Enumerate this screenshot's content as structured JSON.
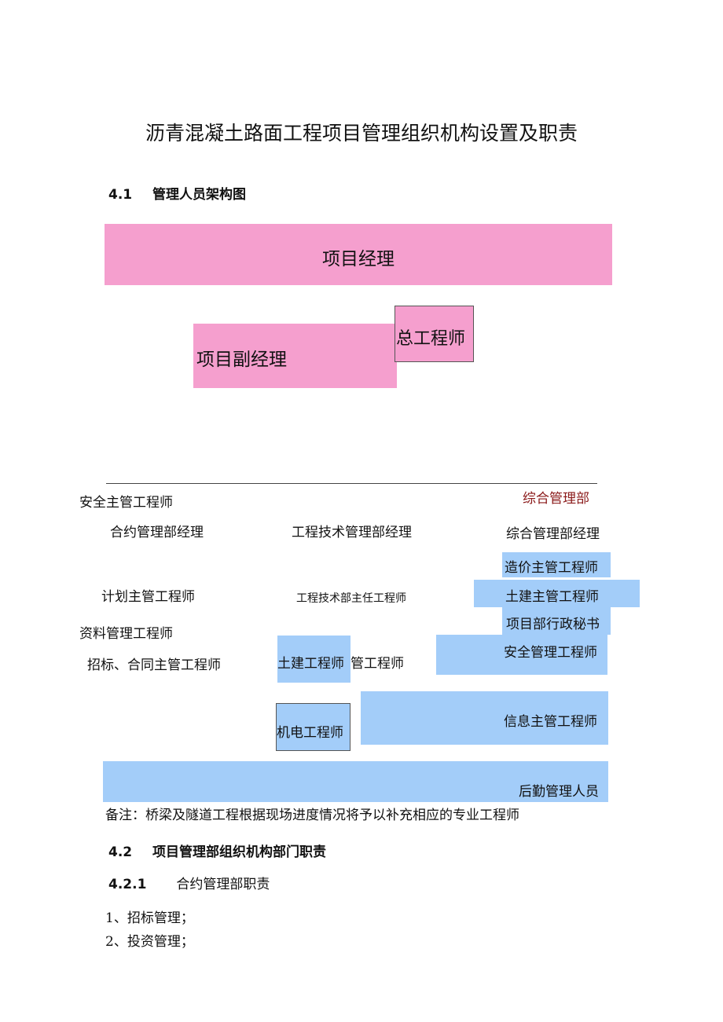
{
  "document": {
    "title": "沥青混凝土路面工程项目管理组织机构设置及职责",
    "section_4_1": {
      "number": "4.1",
      "title": "管理人员架构图"
    },
    "org_chart": {
      "project_manager": "项目经理",
      "deputy_manager": "项目副经理",
      "chief_engineer": "总工程师",
      "safety_chief": "安全主管工程师",
      "general_dept": "综合管理部",
      "contract_manager": "合约管理部经理",
      "tech_manager": "工程技术管理部经理",
      "general_manager": "综合管理部经理",
      "cost_chief": "造价主管工程师",
      "planning_chief": "计划主管工程师",
      "tech_chief": "工程技术部主任工程师",
      "civil_chief": "土建主管工程师",
      "admin_secretary": "项目部行政秘书",
      "document_engineer": "资料管理工程师",
      "bidding_chief": "招标、合同主管工程师",
      "civil_engineer": "土建工程师",
      "pipe_engineer": "管工程师",
      "safety_engineer": "安全管理工程师",
      "mech_elec_engineer": "机电工程师",
      "info_chief": "信息主管工程师",
      "logistics": "后勤管理人员"
    },
    "note": "备注：桥梁及隧道工程根据现场进度情况将予以补充相应的专业工程师",
    "section_4_2": {
      "number": "4.2",
      "title": "项目管理部组织机构部门职责"
    },
    "section_4_2_1": {
      "number": "4.2.1",
      "title": "合约管理部职责"
    },
    "items": [
      "1、招标管理；",
      "2、投资管理；"
    ]
  },
  "colors": {
    "pink": "#f59fce",
    "blue": "#a3cdf9",
    "dept_label": "#8b1a1a"
  }
}
